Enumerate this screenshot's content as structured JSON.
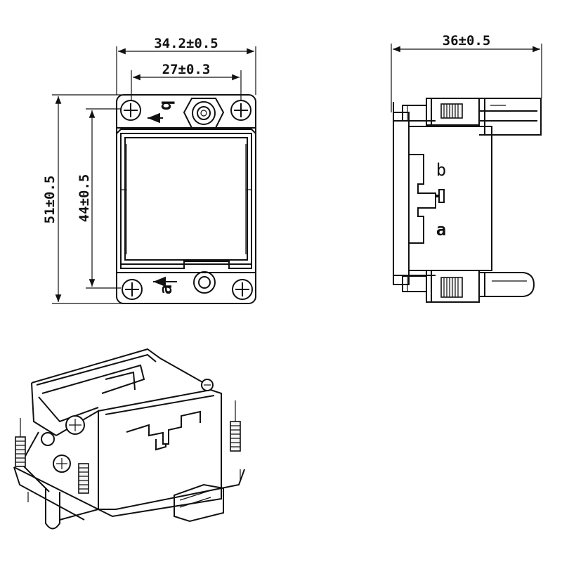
{
  "front_view": {
    "overall_width": "34.2±0.5",
    "hole_spacing": "27±0.3",
    "overall_height": "51±0.5",
    "inner_height": "44±0.5",
    "marker_b": "b",
    "marker_a": "a"
  },
  "side_view": {
    "overall_width": "36±0.5",
    "marker_b": "b",
    "marker_a": "a"
  },
  "colors": {
    "line": "#111111",
    "background": "#ffffff"
  }
}
